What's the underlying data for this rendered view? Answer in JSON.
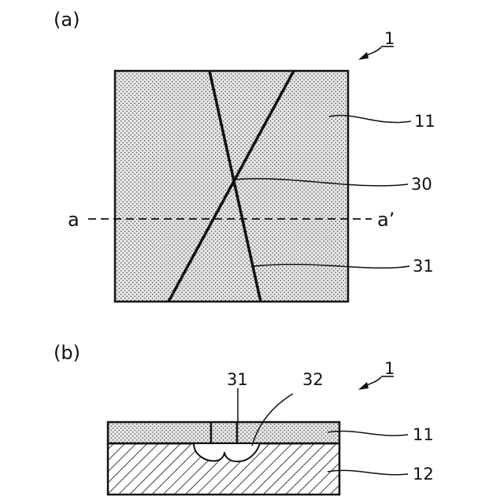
{
  "panel_a": {
    "label": "(a)",
    "ref_device": "1",
    "ref_layer": "11",
    "ref_intersection": "30",
    "ref_crack": "31",
    "section_start": "a",
    "section_end": "a’"
  },
  "panel_b": {
    "label": "(b)",
    "ref_device": "1",
    "ref_crack": "31",
    "ref_void": "32",
    "ref_layer_top": "11",
    "ref_layer_bottom": "12"
  }
}
